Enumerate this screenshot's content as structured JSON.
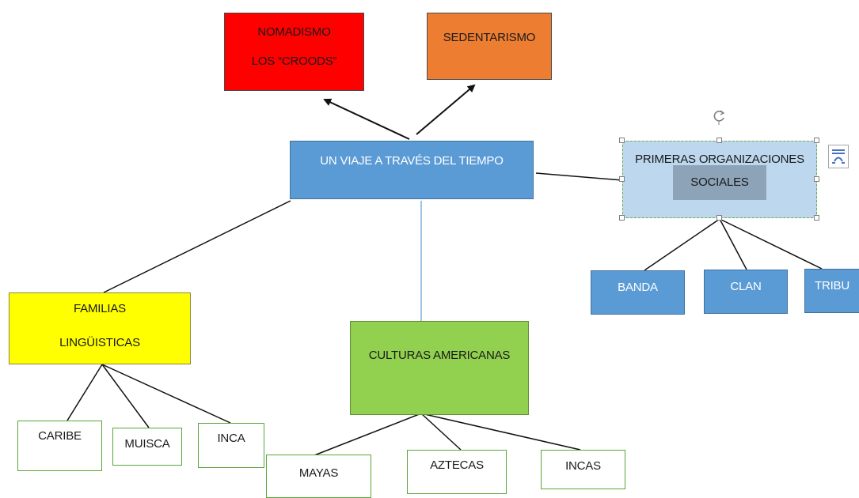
{
  "diagram": {
    "nomadismo": {
      "line1": "NOMADISMO",
      "line2": "LOS “CROODS”"
    },
    "sedentarismo": "SEDENTARISMO",
    "main": "UN VIAJE A TRAVÉS DEL TIEMPO",
    "primeras": {
      "line1": "PRIMERAS ORGANIZACIONES",
      "line2": "SOCIALES"
    },
    "banda": "BANDA",
    "clan": "CLAN",
    "tribu": "TRIBU",
    "familias": {
      "line1": "FAMILIAS",
      "line2": "LINGÜISTICAS"
    },
    "culturas": "CULTURAS AMERICANAS",
    "caribe": "CARIBE",
    "muisca": "MUISCA",
    "inca": "INCA",
    "mayas": "MAYAS",
    "aztecas": "AZTECAS",
    "incas": "INCAS"
  },
  "colors": {
    "nomadismo_fill": "#ff0000",
    "sedentarismo_fill": "#ed7d31",
    "main_fill": "#5b9bd5",
    "primeras_fill": "#bdd7ee",
    "familias_fill": "#ffff00",
    "culturas_fill": "#92d050",
    "leaf_border": "#5aa53a"
  },
  "icons": [
    "rotate-handle-icon",
    "layout-options-icon"
  ]
}
